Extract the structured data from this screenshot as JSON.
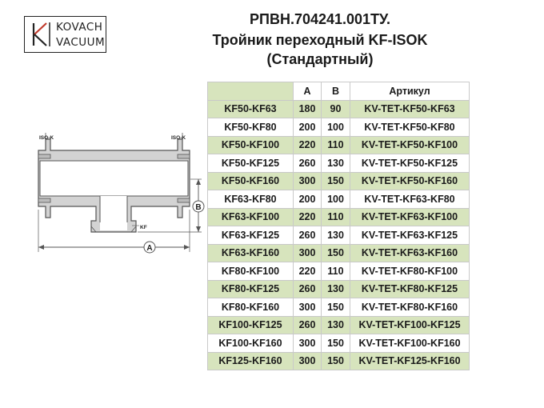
{
  "logo": {
    "letter": "K",
    "line1": "KOVACH",
    "line2": "VACUUM"
  },
  "title": {
    "line1": "РПВН.704241.001ТУ.",
    "line2": "Тройник переходный KF-ISOK",
    "line3": "(Стандартный)"
  },
  "drawing": {
    "left_flange_label": "ISO-K",
    "right_flange_label": "ISO-K",
    "bottom_flange_label": "KF",
    "dim_a": "A",
    "dim_b": "B"
  },
  "table": {
    "headers": [
      "",
      "A",
      "B",
      "Артикул"
    ],
    "rows": [
      [
        "KF50-KF63",
        "180",
        "90",
        "KV-TET-KF50-KF63"
      ],
      [
        "KF50-KF80",
        "200",
        "100",
        "KV-TET-KF50-KF80"
      ],
      [
        "KF50-KF100",
        "220",
        "110",
        "KV-TET-KF50-KF100"
      ],
      [
        "KF50-KF125",
        "260",
        "130",
        "KV-TET-KF50-KF125"
      ],
      [
        "KF50-KF160",
        "300",
        "150",
        "KV-TET-KF50-KF160"
      ],
      [
        "KF63-KF80",
        "200",
        "100",
        "KV-TET-KF63-KF80"
      ],
      [
        "KF63-KF100",
        "220",
        "110",
        "KV-TET-KF63-KF100"
      ],
      [
        "KF63-KF125",
        "260",
        "130",
        "KV-TET-KF63-KF125"
      ],
      [
        "KF63-KF160",
        "300",
        "150",
        "KV-TET-KF63-KF160"
      ],
      [
        "KF80-KF100",
        "220",
        "110",
        "KV-TET-KF80-KF100"
      ],
      [
        "KF80-KF125",
        "260",
        "130",
        "KV-TET-KF80-KF125"
      ],
      [
        "KF80-KF160",
        "300",
        "150",
        "KV-TET-KF80-KF160"
      ],
      [
        "KF100-KF125",
        "260",
        "130",
        "KV-TET-KF100-KF125"
      ],
      [
        "KF100-KF160",
        "300",
        "150",
        "KV-TET-KF100-KF160"
      ],
      [
        "KF125-KF160",
        "300",
        "150",
        "KV-TET-KF125-KF160"
      ]
    ]
  },
  "colors": {
    "row_highlight": "#d7e4bd",
    "grid": "#c9c9c9",
    "drawing_fill": "#d3d3d3",
    "drawing_line": "#555555",
    "logo_red": "#c0392b"
  }
}
